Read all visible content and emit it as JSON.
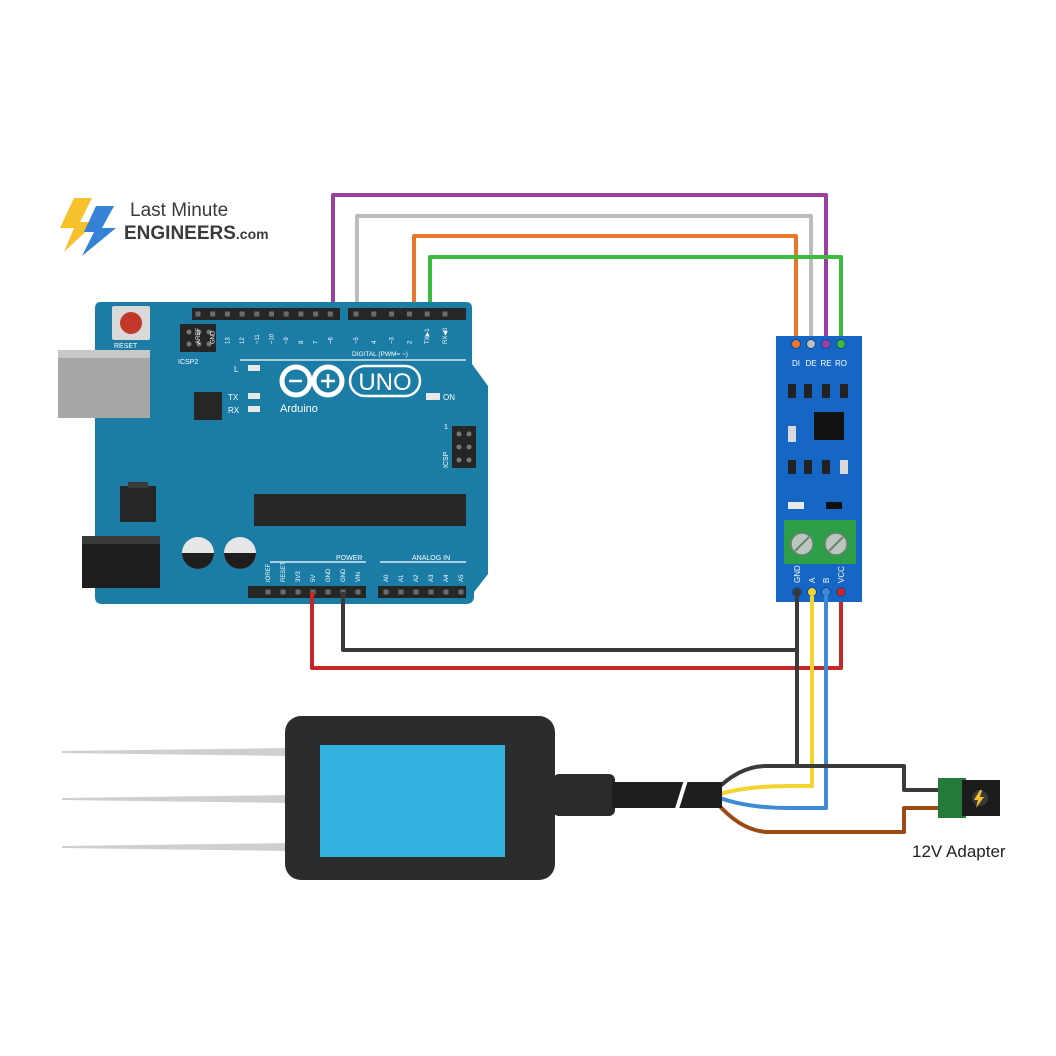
{
  "logo": {
    "line1": "Last Minute",
    "line2": "ENGINEERS",
    "suffix": ".com",
    "colors": {
      "bolt_yellow": "#f6c12c",
      "bolt_blue": "#2a7bd5",
      "text": "#3a3a3a"
    }
  },
  "arduino": {
    "reset_label": "RESET",
    "icsp2_label": "ICSP2",
    "digital_label": "DIGITAL (PWM= ~)",
    "brand_text": "Arduino",
    "model_text": "UNO",
    "on_label": "ON",
    "led_l": "L",
    "led_tx": "TX",
    "led_rx": "RX",
    "icsp_label": "ICSP",
    "icsp_one": "1",
    "power_label": "POWER",
    "analog_label": "ANALOG IN",
    "digital_pins": [
      "AREF",
      "GND",
      "13",
      "12",
      "~11",
      "~10",
      "~9",
      "8",
      "7",
      "~6",
      "~5",
      "4",
      "~3",
      "2",
      "TX▶1",
      "RX◀0"
    ],
    "power_pins": [
      "IOREF",
      "RESET",
      "3V3",
      "5V",
      "GND",
      "GND",
      "VIN"
    ],
    "analog_pins": [
      "A0",
      "A1",
      "A2",
      "A3",
      "A4",
      "A5"
    ],
    "board_color": "#1b7ca6"
  },
  "rs485": {
    "top_pins": [
      "DI",
      "DE",
      "RE",
      "RO"
    ],
    "bottom_pins": [
      "GND",
      "A",
      "B",
      "VCC"
    ],
    "board_color": "#1666c5"
  },
  "wire_colors": {
    "DI": "#e8772e",
    "DE": "#bdbdbd",
    "RE": "#9b3fa0",
    "RO": "#3dbb3d",
    "GND": "#3a3a3a",
    "A": "#f3d431",
    "B": "#3f8ad8",
    "VCC": "#c62828",
    "power_brown": "#9c4a14"
  },
  "adapter": {
    "label": "12V Adapter"
  }
}
